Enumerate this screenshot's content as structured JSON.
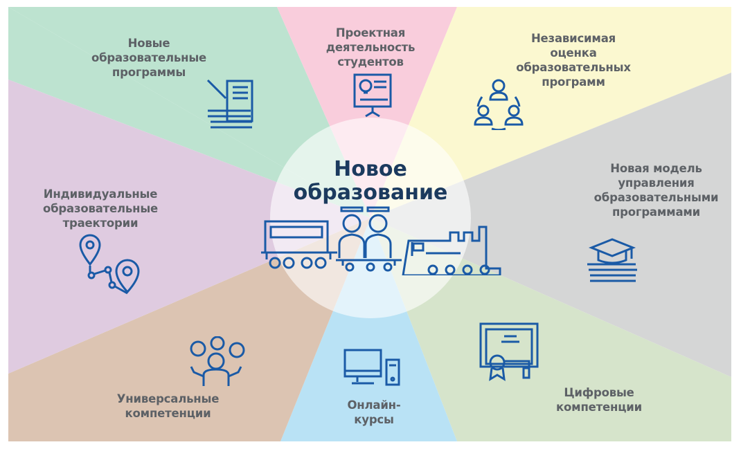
{
  "center": {
    "title_line1": "Новое",
    "title_line2": "образование"
  },
  "segments": [
    {
      "id": "new-programs",
      "label": "Новые\nобразовательные\nпрограммы",
      "color": "#bde3d0",
      "icon": "document-pencil-books-icon"
    },
    {
      "id": "project-activity",
      "label": "Проектная\nдеятельность\nстудентов",
      "color": "#f9cddc",
      "icon": "lightbulb-presentation-icon"
    },
    {
      "id": "independent-assessment",
      "label": "Независимая\nоценка\nобразовательных\nпрограмм",
      "color": "#fbf8d0",
      "icon": "people-cycle-icon"
    },
    {
      "id": "new-management-model",
      "label": "Новая модель\nуправления\nобразовательными\nпрограммами",
      "color": "#d5d6d6",
      "icon": "graduation-cap-books-icon"
    },
    {
      "id": "digital-competencies",
      "label": "Цифровые\nкомпетенции",
      "color": "#d6e4cb",
      "icon": "certificate-icon"
    },
    {
      "id": "online-courses",
      "label": "Онлайн-\nкурсы",
      "color": "#b9e2f5",
      "icon": "computer-icon"
    },
    {
      "id": "universal-competencies",
      "label": "Универсальные\nкомпетенции",
      "color": "#dcc4b2",
      "icon": "person-juggling-icon"
    },
    {
      "id": "individual-trajectories",
      "label": "Индивидуальные\nобразовательные\nтраектории",
      "color": "#dfcbe0",
      "icon": "route-pins-icon"
    }
  ],
  "colors": {
    "icon": "#1a5aa6",
    "title": "#1b3a5e",
    "label": "#5d6166"
  }
}
